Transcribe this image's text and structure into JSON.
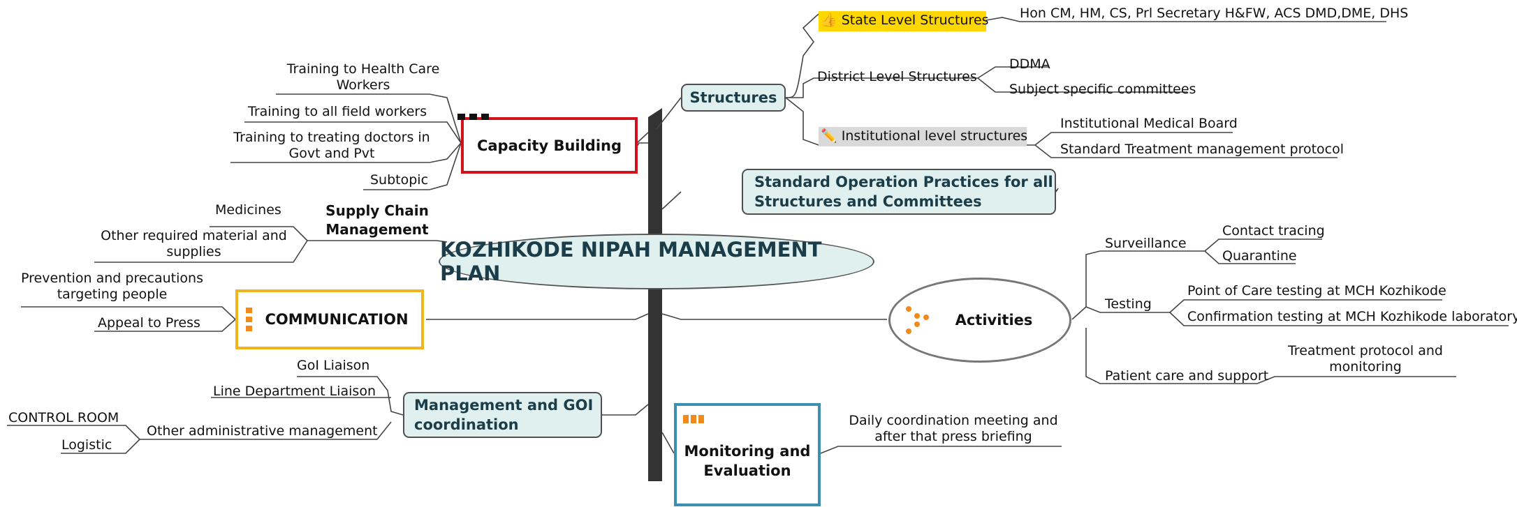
{
  "title": "KOZHIKODE NIPAH MANAGEMENT PLAN",
  "structures": {
    "label": "Structures",
    "state": {
      "label": "State Level Structures",
      "icon": "thumbs-up-icon",
      "leaf": "Hon CM, HM, CS, Prl Secretary H&FW, ACS DMD,DME, DHS"
    },
    "district": {
      "label": "District Level Structures",
      "leaves": [
        "DDMA",
        "Subject specific committees"
      ]
    },
    "institutional": {
      "label": "Institutional level structures",
      "icon": "pencil-icon",
      "leaves": [
        "Institutional Medical Board",
        "Standard Treatment management protocol"
      ]
    }
  },
  "sop": {
    "label": "Standard Operation Practices for all Structures and Committees"
  },
  "activities": {
    "label": "Activities",
    "surveillance": {
      "label": "Surveillance",
      "leaves": [
        "Contact tracing",
        "Quarantine"
      ]
    },
    "testing": {
      "label": "Testing",
      "leaves": [
        "Point of Care testing at MCH Kozhikode",
        "Confirmation testing at MCH Kozhikode laboratory"
      ]
    },
    "patient_care": {
      "label": "Patient care and support",
      "leaf": "Treatment protocol and monitoring"
    }
  },
  "monitoring": {
    "label": "Monitoring and Evaluation",
    "leaf": "Daily coordination meeting and after that press briefing"
  },
  "management": {
    "label": "Management and GOI coordination",
    "leaves": [
      "GoI Liaison",
      "Line Department Liaison",
      "Other administrative management"
    ],
    "sub_leaves": [
      "CONTROL ROOM",
      "Logistic"
    ]
  },
  "communication": {
    "label": "COMMUNICATION",
    "leaves": [
      "Prevention and precautions targeting people",
      "Appeal to Press"
    ]
  },
  "supply_chain": {
    "label": "Supply Chain Management",
    "leaves": [
      "Medicines",
      "Other required material and supplies"
    ]
  },
  "capacity": {
    "label": "Capacity Building",
    "leaves": [
      "Training to Health Care Workers",
      "Training to all field workers",
      "Training to treating doctors in Govt and Pvt",
      "Subtopic"
    ]
  },
  "colors": {
    "capacity_border": "#d0121d",
    "communication_border": "#f0b51c",
    "monitoring_border": "#3c8fb0",
    "node_fill": "#dff0ee",
    "state_highlight": "#ffd700",
    "institution_highlight": "#d9d9d9",
    "marker_orange": "#f08a1c"
  }
}
